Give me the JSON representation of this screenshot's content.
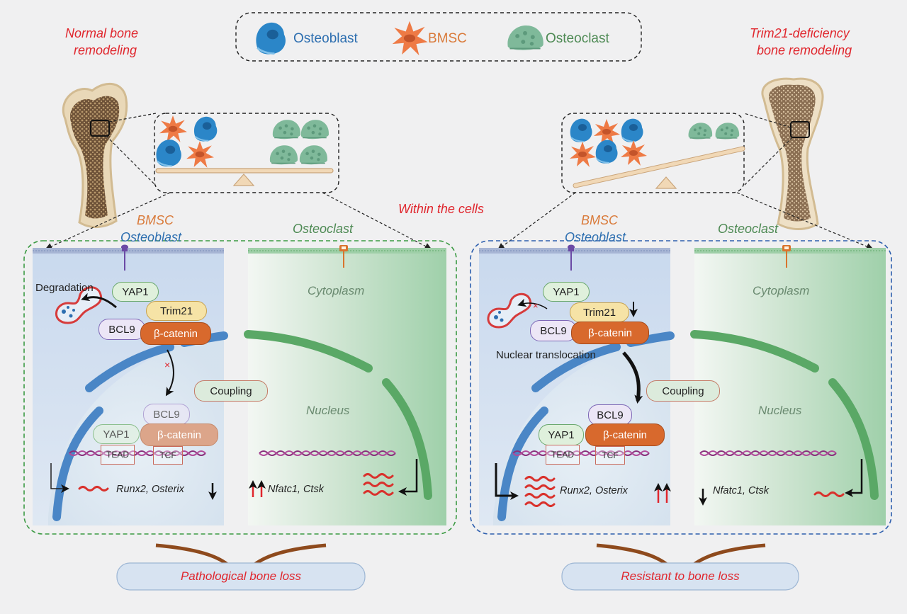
{
  "legend": {
    "osteoblast": "Osteoblast",
    "bmsc": "BMSC",
    "osteoclast": "Osteoclast"
  },
  "left": {
    "condition_title": "Normal bone remodeling",
    "condition_line1": "Normal bone",
    "condition_line2": "remodeling",
    "lineage_bmsc": "BMSC",
    "lineage_osteoblast": "Osteoblast",
    "lineage_osteoclast": "Osteoclast",
    "degradation": "Degradation",
    "yap1": "YAP1",
    "trim21": "Trim21",
    "bcl9": "BCL9",
    "beta_catenin": "β-catenin",
    "nuclear_bcl9": "BCL9",
    "nuclear_yap1": "YAP1",
    "nuclear_beta_catenin": "β-catenin",
    "tead": "TEAD",
    "tcf": "TCF",
    "coupling": "Coupling",
    "cytoplasm": "Cytoplasm",
    "nucleus": "Nucleus",
    "osteoblast_genes": "Runx2, Osterix",
    "osteoclast_genes": "Nfatc1, Ctsk",
    "outcome": "Pathological bone loss"
  },
  "right": {
    "condition_line1": "Trim21-deficiency",
    "condition_line2": "bone remodeling",
    "lineage_bmsc": "BMSC",
    "lineage_osteoblast": "Osteoblast",
    "lineage_osteoclast": "Osteoclast",
    "yap1": "YAP1",
    "trim21": "Trim21",
    "bcl9": "BCL9",
    "beta_catenin": "β-catenin",
    "nuclear_translocation": "Nuclear translocation",
    "nuclear_bcl9": "BCL9",
    "nuclear_yap1": "YAP1",
    "nuclear_beta_catenin": "β-catenin",
    "tead": "TEAD",
    "tcf": "TCF",
    "coupling": "Coupling",
    "cytoplasm": "Cytoplasm",
    "nucleus": "Nucleus",
    "osteoblast_genes": "Runx2, Osterix",
    "osteoclast_genes": "Nfatc1, Ctsk",
    "outcome": "Resistant to bone loss"
  },
  "center": {
    "within_cells": "Within the cells"
  },
  "colors": {
    "title_red": "#e0262d",
    "bmsc_orange": "#d97a3a",
    "osteoblast_blue": "#2e6fb0",
    "osteoclast_green": "#4e8a54",
    "beta_catenin": "#d8692d",
    "trim21": "#f6e3a6",
    "yap1": "#dff0dc",
    "bcl9": "#ece6f6",
    "outcome_fill": "#d7e3f1",
    "arrow_brown": "#8e4a1d"
  },
  "icons": {
    "osteoblast": "osteoblast-cell-icon",
    "bmsc": "bmsc-cell-icon",
    "osteoclast": "osteoclast-cell-icon"
  }
}
